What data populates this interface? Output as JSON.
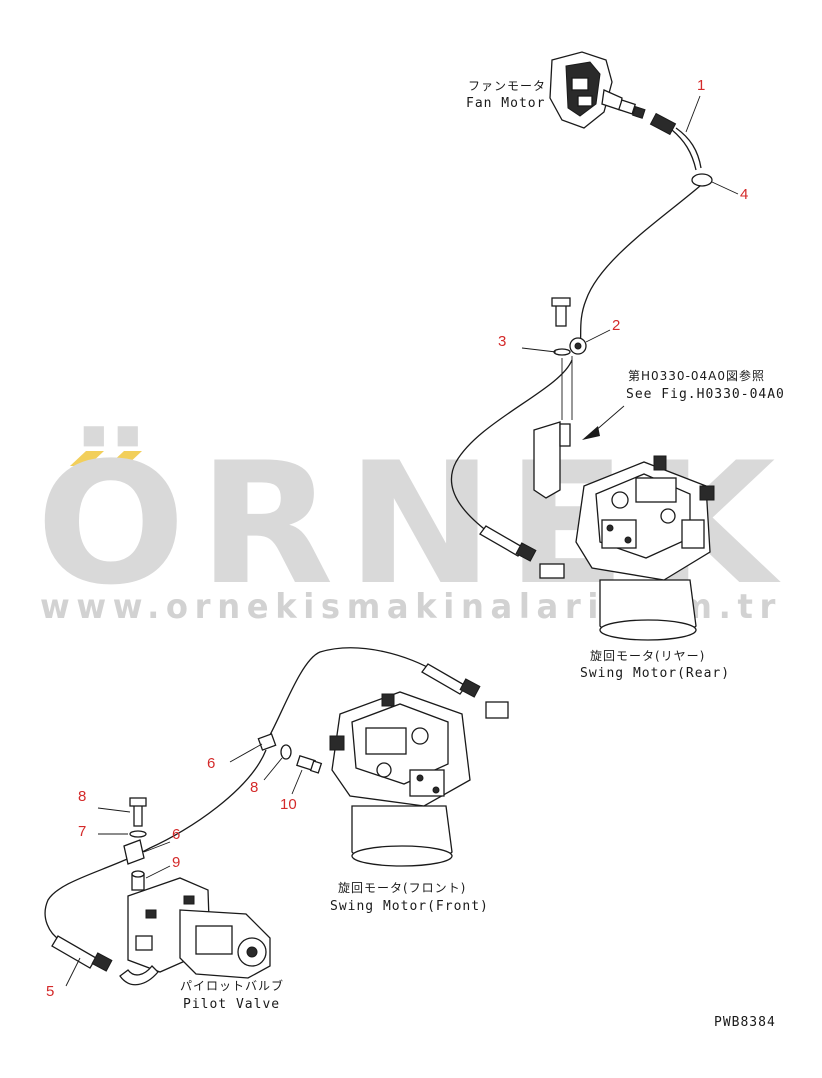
{
  "watermark": {
    "brand": "ÖRNEK",
    "url": "www.ornekismakinalari.com.tr",
    "accent_color": "#f2cf5b"
  },
  "components": {
    "fan_motor": {
      "jp": "ファンモータ",
      "en": "Fan Motor"
    },
    "swing_motor_rear": {
      "jp": "旋回モータ(リヤー)",
      "en": "Swing Motor(Rear)"
    },
    "swing_motor_front": {
      "jp": "旋回モータ(フロント)",
      "en": "Swing Motor(Front)"
    },
    "pilot_valve": {
      "jp": "パイロットバルブ",
      "en": "Pilot Valve"
    },
    "reference": {
      "jp": "第H0330-04A0図参照",
      "en": "See Fig.H0330-04A0"
    }
  },
  "callouts": [
    "1",
    "2",
    "3",
    "4",
    "5",
    "6",
    "6",
    "7",
    "8",
    "8",
    "9",
    "10"
  ],
  "drawing_code": "PWB8384",
  "colors": {
    "line": "#1a1a1a",
    "callout": "#d42a2a",
    "watermark": "#d9d9d9"
  }
}
